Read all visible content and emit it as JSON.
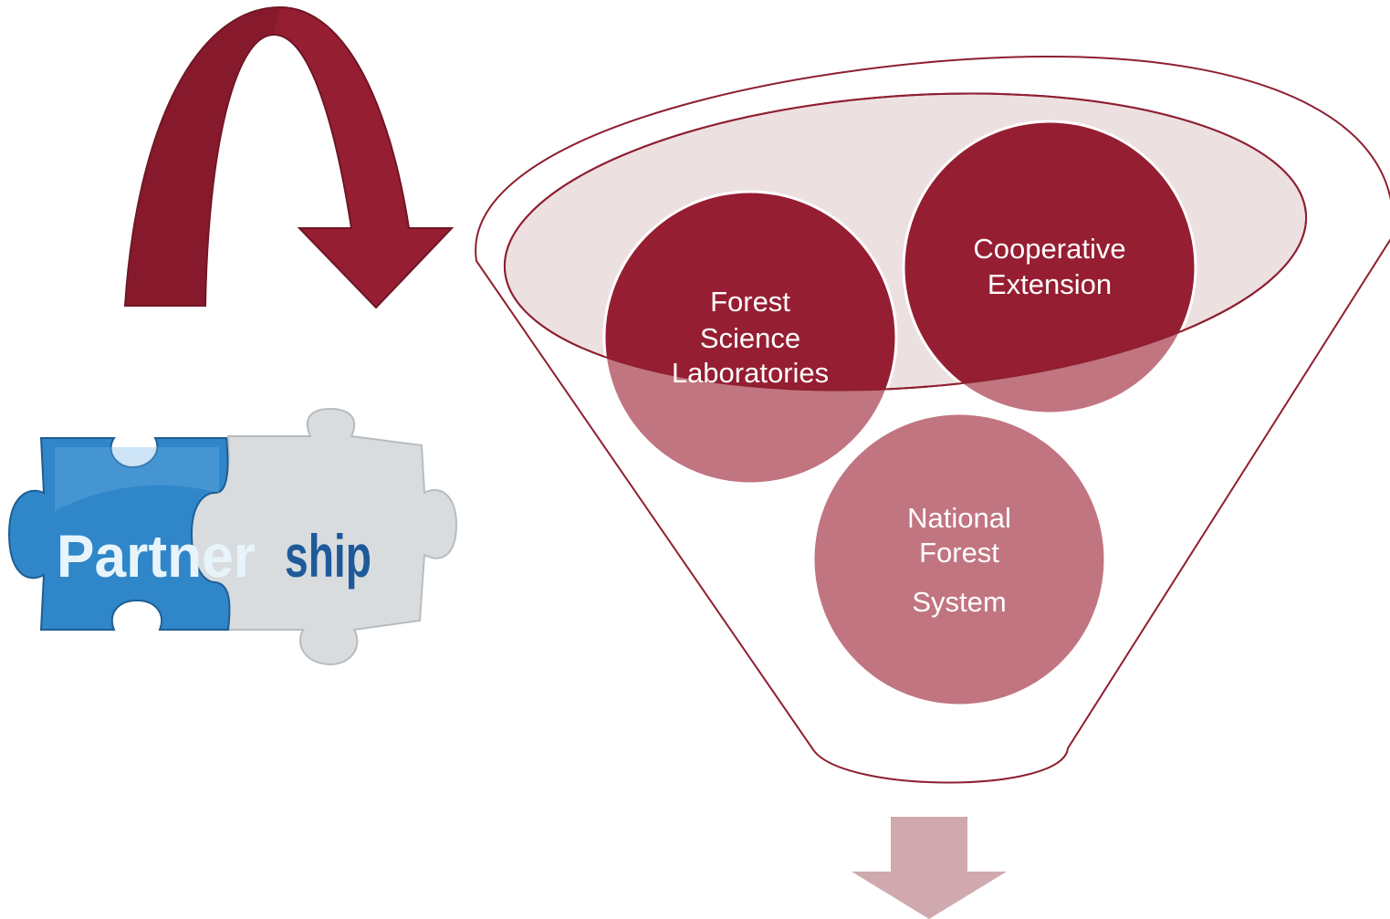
{
  "diagram": {
    "circles": [
      {
        "id": "forest-science",
        "lines": [
          "Forest",
          "Science",
          "Laboratories"
        ]
      },
      {
        "id": "cooperative-extension",
        "lines": [
          "Cooperative",
          "Extension"
        ]
      },
      {
        "id": "national-forest",
        "lines": [
          "National",
          "Forest",
          "System"
        ]
      }
    ]
  },
  "partnership_graphic": {
    "left_word": "Partner",
    "right_word": "ship"
  },
  "colors": {
    "maroon": "#961E32",
    "maroon_dark": "#7A1828",
    "pink": "#C17580",
    "funnel_outline": "#8E1F30",
    "funnel_rim_fill": "#EDE0E1",
    "down_arrow": "#D0A9AF",
    "puzzle_blue": "#2F86C8",
    "puzzle_gray": "#D9DCDE"
  }
}
